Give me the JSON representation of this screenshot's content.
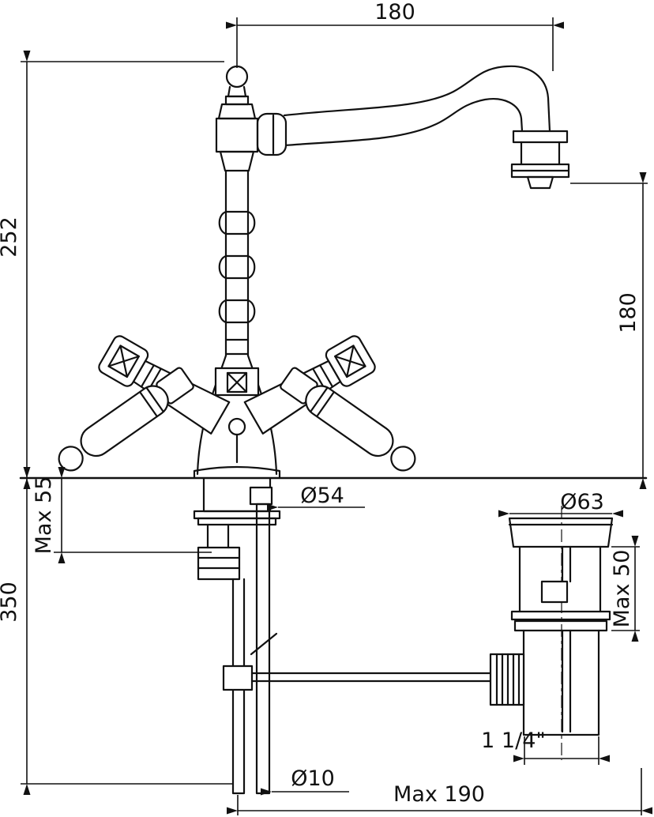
{
  "page": {
    "background": "#ffffff",
    "line_color": "#111111"
  },
  "drawing": {
    "subject": "Two-handle basin mixer with swan-neck spout and pop-up waste, installation dimensions (mm)",
    "labels": {
      "width_top": "180",
      "height_total": "252",
      "height_spout": "180",
      "max_left": "Max 55",
      "height_below": "350",
      "dia_base": "Ø54",
      "dia_drain": "Ø63",
      "max_right": "Max 50",
      "thread": "1 1/4\"",
      "dia_pipe": "Ø10",
      "max_width_bottom": "Max 190"
    }
  }
}
